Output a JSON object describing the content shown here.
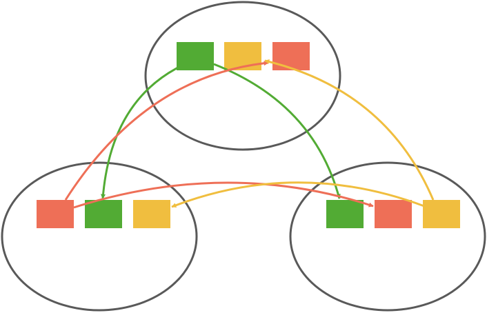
{
  "colors": {
    "green": "#52ab34",
    "yellow": "#f0be3f",
    "red": "#ee6f57",
    "outline": "#595959"
  },
  "groups": [
    {
      "id": "top",
      "blocks": [
        "green",
        "yellow",
        "red"
      ]
    },
    {
      "id": "left",
      "blocks": [
        "red",
        "green",
        "yellow"
      ]
    },
    {
      "id": "right",
      "blocks": [
        "green",
        "red",
        "yellow"
      ]
    }
  ],
  "links": [
    {
      "color": "green",
      "from": "top",
      "to": "left"
    },
    {
      "color": "green",
      "from": "top",
      "to": "right"
    },
    {
      "color": "red",
      "from": "left",
      "to": "top"
    },
    {
      "color": "red",
      "from": "left",
      "to": "right"
    },
    {
      "color": "yellow",
      "from": "right",
      "to": "top"
    },
    {
      "color": "yellow",
      "from": "right",
      "to": "left"
    }
  ]
}
